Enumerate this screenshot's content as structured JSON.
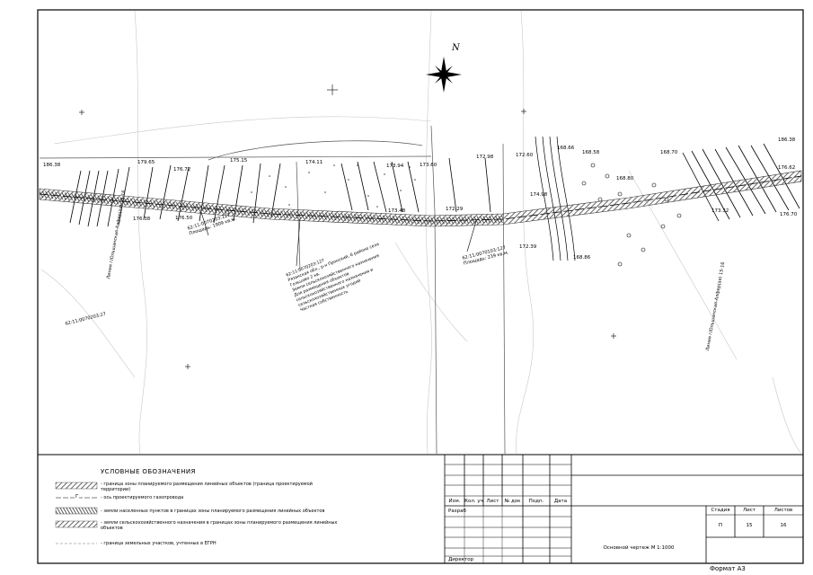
{
  "map": {
    "north_label": "N",
    "elevations": [
      {
        "v": "186.38"
      },
      {
        "v": "179.65"
      },
      {
        "v": "176.72"
      },
      {
        "v": "175.15"
      },
      {
        "v": "174.11"
      },
      {
        "v": "173.94"
      },
      {
        "v": "173.60"
      },
      {
        "v": "172.98"
      },
      {
        "v": "172.60"
      },
      {
        "v": "174.98"
      },
      {
        "v": "168.66"
      },
      {
        "v": "168.58"
      },
      {
        "v": "168.80"
      },
      {
        "v": "168.70"
      },
      {
        "v": "186.38"
      },
      {
        "v": "176.38"
      },
      {
        "v": "176.50"
      },
      {
        "v": "173.48"
      },
      {
        "v": "172.29"
      },
      {
        "v": "172.39"
      },
      {
        "v": "168.86"
      },
      {
        "v": "176.62"
      },
      {
        "v": "176.70"
      },
      {
        "v": "173.32"
      }
    ],
    "parcel_1": {
      "line1": "62:11:0070203:127",
      "line2": "Площадь: 1909 кв.м."
    },
    "parcel_2": {
      "line1": "62:11:0070103:127",
      "line2": "Площадь: 239 кв.м."
    },
    "parcel_left": "62:11:0070203:27",
    "parcel_note": {
      "line1": "62:11:0070203:127",
      "line2": "Рязанская обл., р-н Пронский, 6 районе села",
      "line3": "Гольцово 2 кв.",
      "line4": "Земли сельскохозяйственного назначения",
      "line5": "Для размещения объектов",
      "line6": "сельскохозяйственного назначения и",
      "line7": "сельскохозяйственных угодий",
      "line8": "Частная собственность"
    },
    "line_left": "Линия г/Ольшанская-Алфер(ая) 15-16",
    "line_right": "Линия г/Ольшанская-Алфер(ая) 15-16"
  },
  "legend": {
    "title": "УСЛОВНЫЕ ОБОЗНАЧЕНИЯ",
    "items": [
      {
        "text": "- граница зоны планируемого размещения линейных объектов (граница проектируемой территории)"
      },
      {
        "text": "- ось проектируемого газопровода"
      },
      {
        "text": "- земли населенных пунктов в границах зоны планируемого размещения линейных объектов"
      },
      {
        "text": "- земли сельскохозяйственного назначения в границах зоны планируемого размещения линейных объектов"
      },
      {
        "text": "- граница земельных участков, учтенных в ЕГРН"
      }
    ],
    "gas_symbol": "Г"
  },
  "title_block": {
    "headers": [
      "Изм.",
      "Кол. уч",
      "Лист",
      "№ док",
      "Подп.",
      "Дата"
    ],
    "developed": "Разраб",
    "director": "Директор",
    "stage_h": "Стадия",
    "sheet_h": "Лист",
    "sheets_h": "Листов",
    "stage": "П",
    "sheet": "15",
    "sheets": "16",
    "drawing": "Основной чертеж М 1:1000",
    "format": "Формат А3"
  }
}
